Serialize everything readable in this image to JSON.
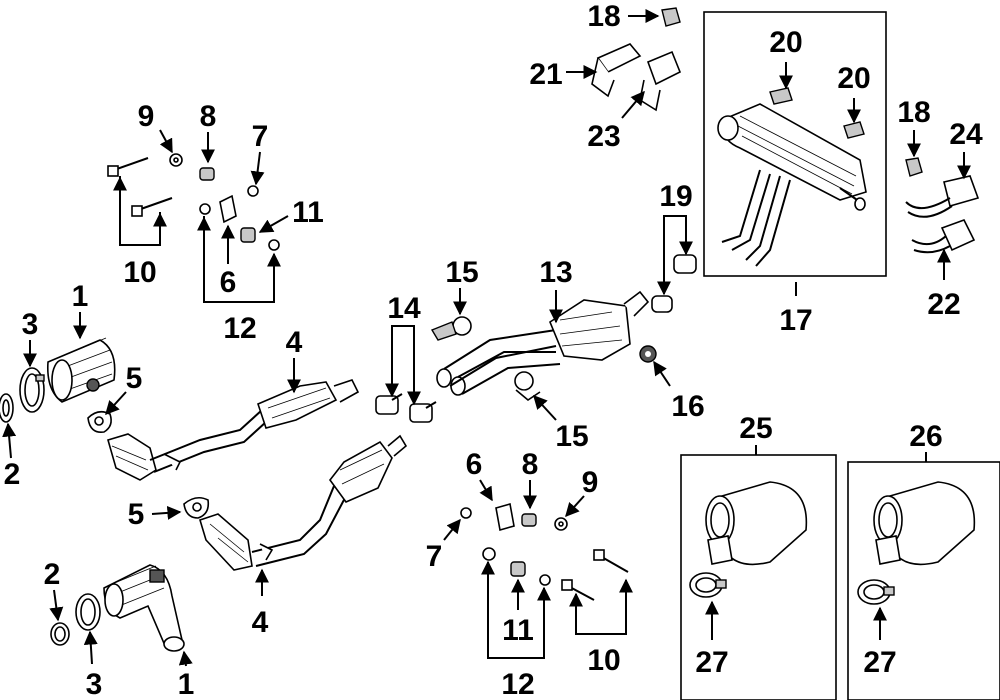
{
  "callouts": {
    "c1a": "1",
    "c1b": "1",
    "c2a": "2",
    "c2b": "2",
    "c3a": "3",
    "c3b": "3",
    "c4a": "4",
    "c4b": "4",
    "c5a": "5",
    "c5b": "5",
    "c6a": "6",
    "c6b": "6",
    "c7a": "7",
    "c7b": "7",
    "c8a": "8",
    "c8b": "8",
    "c9a": "9",
    "c9b": "9",
    "c10a": "10",
    "c10b": "10",
    "c11a": "11",
    "c11b": "11",
    "c12a": "12",
    "c12b": "12",
    "c13": "13",
    "c14": "14",
    "c15a": "15",
    "c15b": "15",
    "c16": "16",
    "c17": "17",
    "c18a": "18",
    "c18b": "18",
    "c19": "19",
    "c20a": "20",
    "c20b": "20",
    "c21": "21",
    "c22": "22",
    "c23": "23",
    "c24": "24",
    "c25": "25",
    "c26": "26",
    "c27a": "27",
    "c27b": "27"
  }
}
